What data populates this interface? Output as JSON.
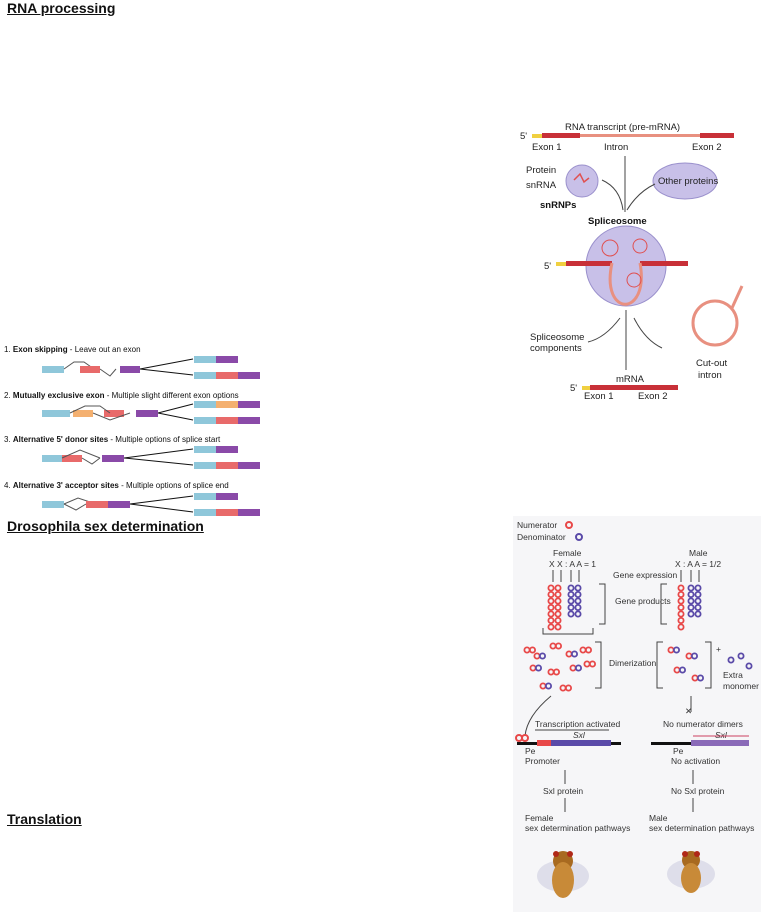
{
  "headings": {
    "rna_processing": "RNA processing",
    "drosophila": "Drosophila sex determination",
    "translation": "Translation"
  },
  "splicing": {
    "transcript_title": "RNA transcript (pre-mRNA)",
    "five_prime": "5'",
    "exon1": "Exon 1",
    "intron": "Intron",
    "exon2": "Exon 2",
    "protein": "Protein",
    "snrna": "snRNA",
    "snrnps": "snRNPs",
    "other_proteins": "Other proteins",
    "spliceosome": "Spliceosome",
    "components": [
      "Spliceosome",
      "components"
    ],
    "cut_out": [
      "Cut-out",
      "intron"
    ],
    "mrna": "mRNA",
    "exon1_b": "Exon 1",
    "exon2_b": "Exon 2"
  },
  "alt_splicing": [
    {
      "num": "1.",
      "name": "Exon skipping",
      "desc": " - Leave out an exon"
    },
    {
      "num": "2.",
      "name": "Mutually exclusive exon",
      "desc": " - Multiple slight different exon options"
    },
    {
      "num": "3.",
      "name": "Alternative 5' donor sites",
      "desc": " - Multiple options of splice start"
    },
    {
      "num": "4.",
      "name": "Alternative 3' acceptor sites",
      "desc": " - Multiple options of splice end"
    }
  ],
  "sexdet": {
    "numerator": "Numerator",
    "denominator": "Denominator",
    "female": "Female",
    "male": "Male",
    "female_ratio": "X X : A A = 1",
    "male_ratio": "X : A A = 1/2",
    "gene_expression": "Gene expression",
    "gene_products": "Gene products",
    "dimerization": "Dimerization",
    "extra": "Extra",
    "monomers": "monomer",
    "transcription": "Transcription activated",
    "no_dimers": "No numerator dimers",
    "sxl_gene": "Sxl",
    "pe": "Pe",
    "promoter": "Promoter",
    "no_activation": "No activation",
    "sxl_protein": "Sxl protein",
    "no_sxl_protein": "No Sxl protein",
    "female_path": [
      "Female",
      "sex determination pathways"
    ],
    "male_path": [
      "Male",
      "sex determination pathways"
    ]
  },
  "colors": {
    "exon_blue": "#8fc7da",
    "exon_red": "#e86a6a",
    "exon_purple": "#8a4aa8",
    "exon_orange": "#f4b070",
    "intron_red": "#c83038",
    "numerator": "#e84848",
    "denominator": "#5a4aa8"
  }
}
